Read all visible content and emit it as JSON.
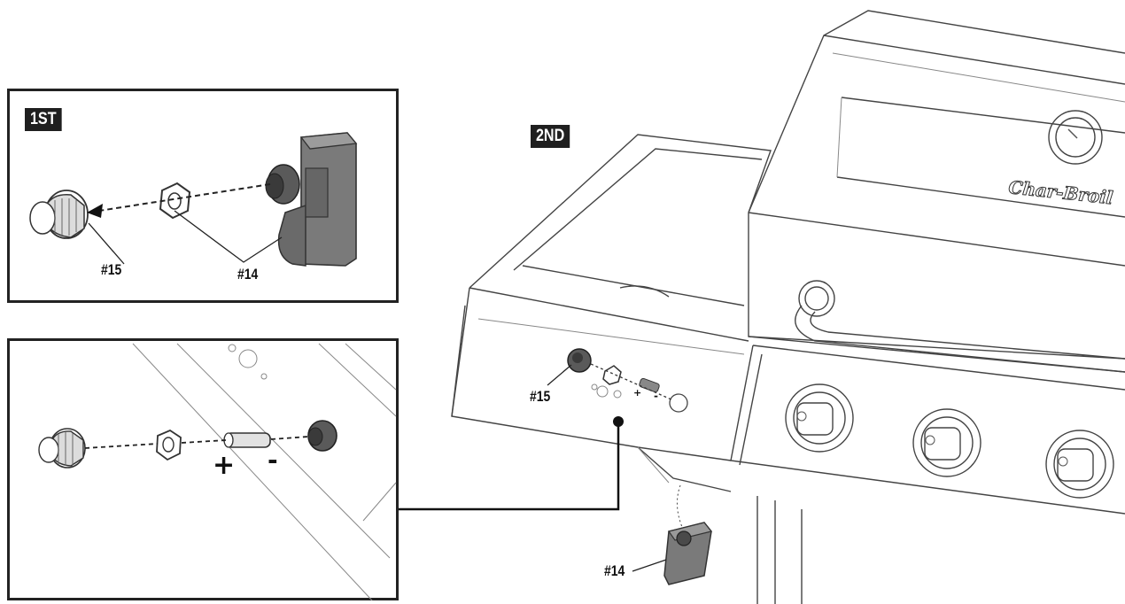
{
  "steps": {
    "first": "1ST",
    "second": "2ND"
  },
  "parts": {
    "knob_label_a": "#15",
    "module_label_a": "#14",
    "knob_label_b": "#15",
    "module_label_b": "#14"
  },
  "wiring": {
    "positive": "+",
    "negative": "-",
    "positive_small": "+",
    "negative_small": "-"
  },
  "brand": {
    "logo_text": "Char-Broil"
  },
  "colors": {
    "badge_bg": "#1f1f1f",
    "part_gray": "#7a7a7a",
    "part_dark": "#4a4a4a",
    "outline": "#444444"
  }
}
